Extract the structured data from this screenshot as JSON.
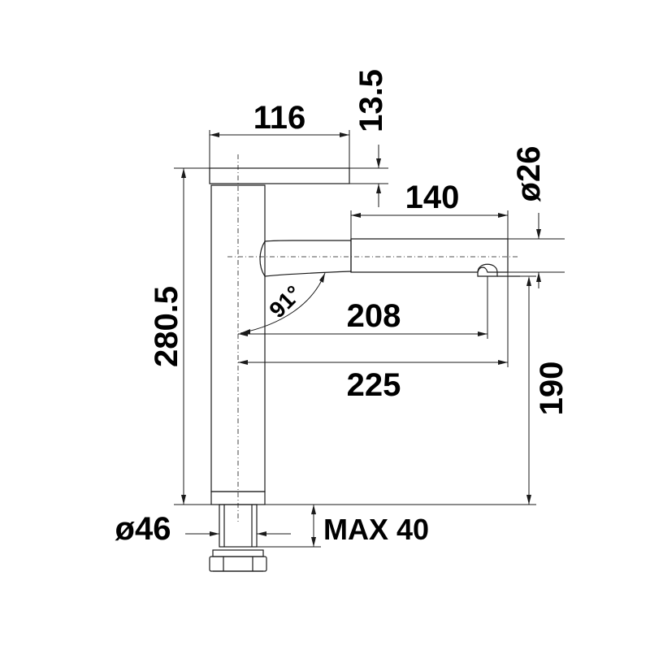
{
  "dimensions": {
    "handle_length": "116",
    "handle_thickness": "13.5",
    "spout_diameter": "ø26",
    "spout_head_length": "140",
    "total_height": "280.5",
    "spout_angle": "91°",
    "reach_to_outlet": "208",
    "reach_total": "225",
    "outlet_height": "190",
    "base_diameter": "ø46",
    "max_deck_thickness": "MAX 40"
  },
  "colors": {
    "line": "#1a1a1a",
    "text": "#000000",
    "background": "#ffffff"
  }
}
